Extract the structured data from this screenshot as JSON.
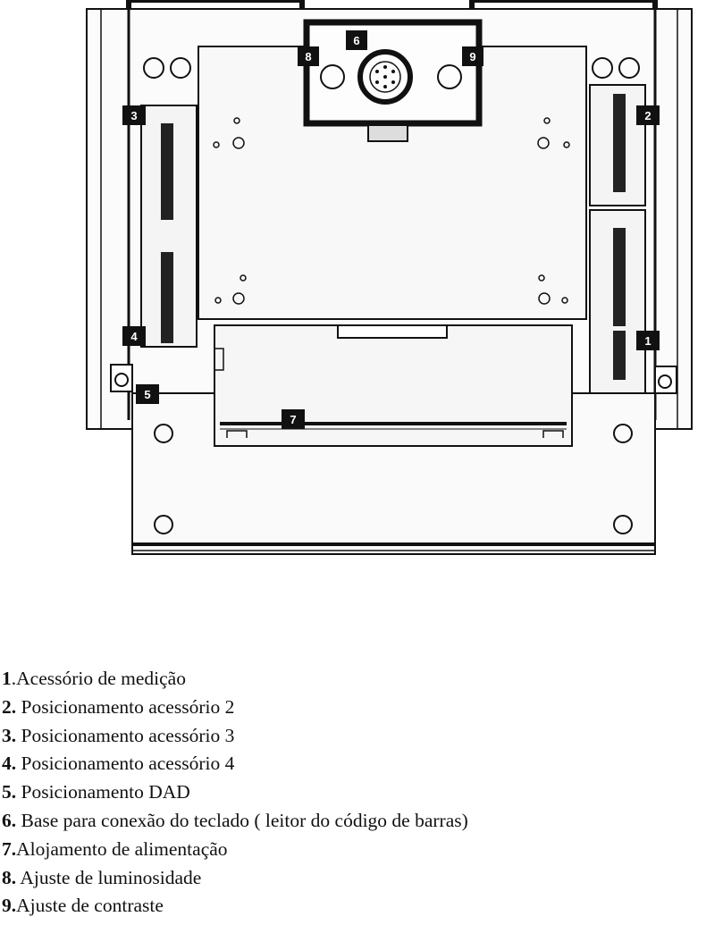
{
  "callouts": {
    "c1": "1",
    "c2": "2",
    "c3": "3",
    "c4": "4",
    "c5": "5",
    "c6": "6",
    "c7": "7",
    "c8": "8",
    "c9": "9"
  },
  "legend": [
    {
      "number": "1",
      "text": ".Acessório de medição"
    },
    {
      "number": "2.",
      "text": " Posicionamento acessório 2"
    },
    {
      "number": "3.",
      "text": " Posicionamento acessório 3"
    },
    {
      "number": "4.",
      "text": " Posicionamento  acessório 4"
    },
    {
      "number": "5.",
      "text": " Posicionamento DAD"
    },
    {
      "number": "6.",
      "text": " Base para conexão do teclado ( leitor do código de barras)"
    },
    {
      "number": "7.",
      "text": "Alojamento de alimentação"
    },
    {
      "number": "8.",
      "text": " Ajuste de luminosidade"
    },
    {
      "number": "9.",
      "text": "Ajuste de contraste"
    }
  ]
}
